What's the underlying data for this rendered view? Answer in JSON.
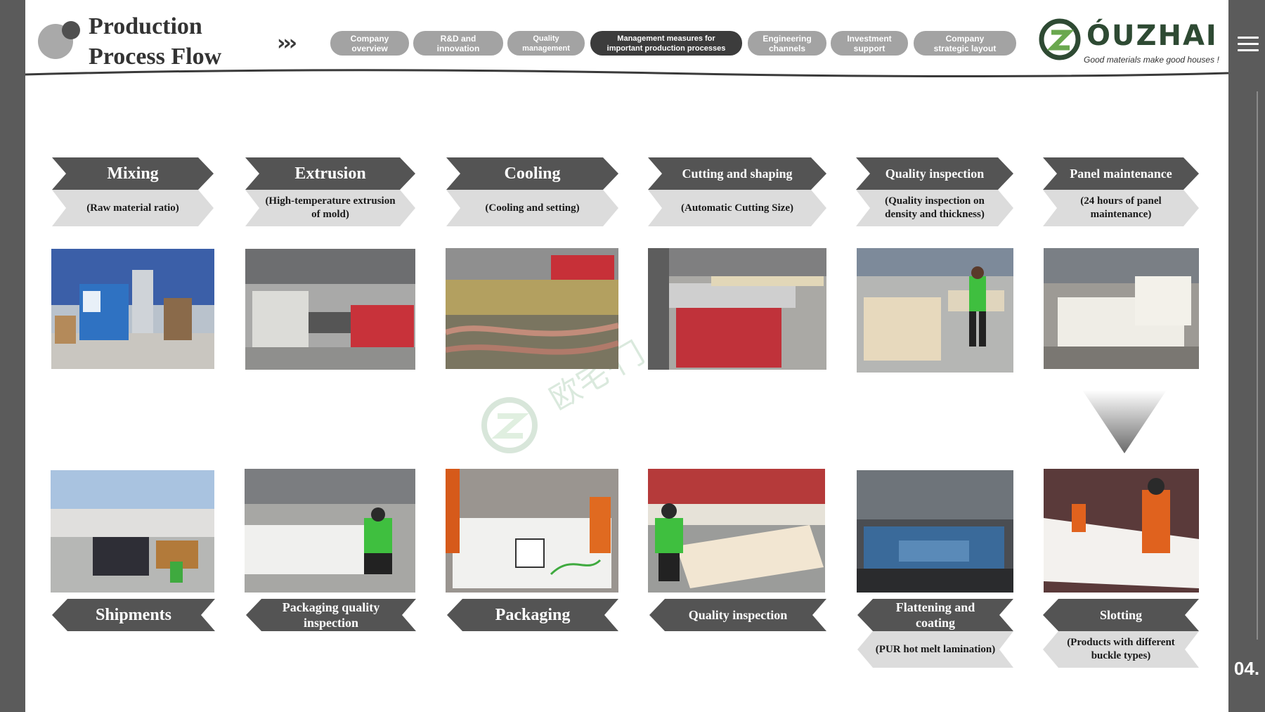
{
  "header": {
    "title_line1": "Production",
    "title_line2": "Process Flow",
    "chevrons": "›››",
    "nav": [
      {
        "line1": "Company",
        "line2": "overview"
      },
      {
        "line1": "R&D  and",
        "line2": "innovation"
      },
      {
        "line1": "Quality",
        "line2": "management"
      },
      {
        "line1": "Management  measures  for",
        "line2": "important production processes"
      },
      {
        "line1": "Engineering",
        "line2": "channels"
      },
      {
        "line1": "Investment",
        "line2": "support"
      },
      {
        "line1": "Company",
        "line2": "strategic  layout"
      }
    ],
    "active_nav_index": 3
  },
  "logo": {
    "brand": "ÓUZHAI",
    "slogan": "Good materials make good houses !"
  },
  "top_steps": [
    {
      "title": "Mixing",
      "desc_line1": "(Raw material ratio)",
      "desc_line2": ""
    },
    {
      "title": "Extrusion",
      "desc_line1": "(High-temperature extrusion",
      "desc_line2": "of mold)"
    },
    {
      "title": "Cooling",
      "desc_line1": "(Cooling and setting)",
      "desc_line2": ""
    },
    {
      "title": "Cutting and shaping",
      "desc_line1": "(Automatic Cutting Size)",
      "desc_line2": ""
    },
    {
      "title": "Quality inspection",
      "desc_line1": "(Quality inspection on",
      "desc_line2": "density and thickness)"
    },
    {
      "title": "Panel maintenance",
      "desc_line1": "(24 hours of panel",
      "desc_line2": "maintenance)"
    }
  ],
  "bottom_steps": [
    {
      "title_line1": "Shipments",
      "title_line2": "",
      "desc_line1": "",
      "desc_line2": ""
    },
    {
      "title_line1": "Packaging quality",
      "title_line2": "inspection",
      "desc_line1": "",
      "desc_line2": ""
    },
    {
      "title_line1": "Packaging",
      "title_line2": "",
      "desc_line1": "",
      "desc_line2": ""
    },
    {
      "title_line1": "Quality inspection",
      "title_line2": "",
      "desc_line1": "",
      "desc_line2": ""
    },
    {
      "title_line1": "Flattening and",
      "title_line2": "coating",
      "desc_line1": "(PUR hot melt lamination)",
      "desc_line2": ""
    },
    {
      "title_line1": "Slotting",
      "title_line2": "",
      "desc_line1": "(Products with different",
      "desc_line2": "buckle types)"
    }
  ],
  "watermark_text": "欧宅·门",
  "page_number": "04.",
  "colors": {
    "sidebar": "#5b5b5b",
    "tag_dark": "#545454",
    "tag_light": "#dcdcdc",
    "nav_pill": "#a3a3a3",
    "nav_active": "#3c3c3c",
    "brand_green": "#2e4a33"
  },
  "icons": {
    "menu": "hamburger-menu-icon",
    "flow_arrow": "arrow-down-icon"
  }
}
